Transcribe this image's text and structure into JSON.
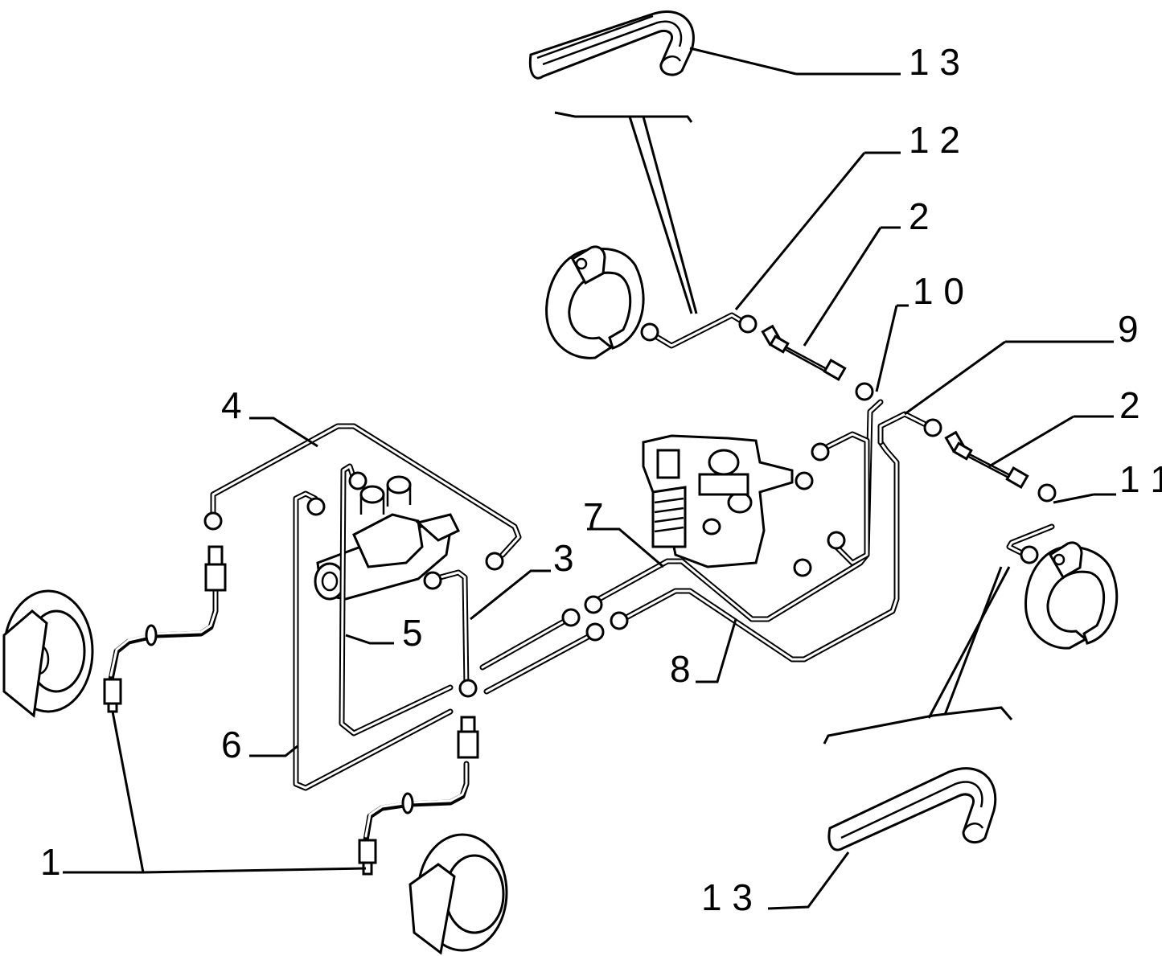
{
  "callouts": {
    "c1": "1",
    "c2a": "2",
    "c2b": "2",
    "c3": "3",
    "c4": "4",
    "c5": "5",
    "c6": "6",
    "c7": "7",
    "c8": "8",
    "c9": "9",
    "c10": "1 0",
    "c11": "1 1",
    "c12": "1 2",
    "c13a": "1 3",
    "c13b": "1 3"
  }
}
